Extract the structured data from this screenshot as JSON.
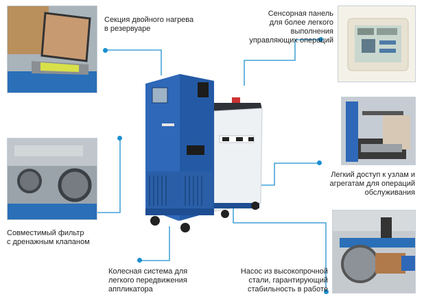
{
  "captions": {
    "heating": [
      "Секция двойного нагрева",
      "в резервуаре"
    ],
    "touch_panel": [
      "Сенсорная панель",
      "для более легкого",
      "выполнения",
      "управляющих операций"
    ],
    "access": [
      "Легкий доступ к узлам и",
      "агрегатам для операций",
      "обслуживания"
    ],
    "filter": [
      "Совместимый фильтр",
      "с дренажным клапаном"
    ],
    "wheels": [
      "Колесная система для",
      "легкого передвижения",
      "аппликатора"
    ],
    "pump": [
      "Насос из высокопрочной",
      "стали, гарантирующий",
      "стабильность в работе"
    ]
  },
  "colors": {
    "accent": "#1c8fd0",
    "machine_blue": "#2f68b8",
    "machine_white": "#eef1f4"
  }
}
